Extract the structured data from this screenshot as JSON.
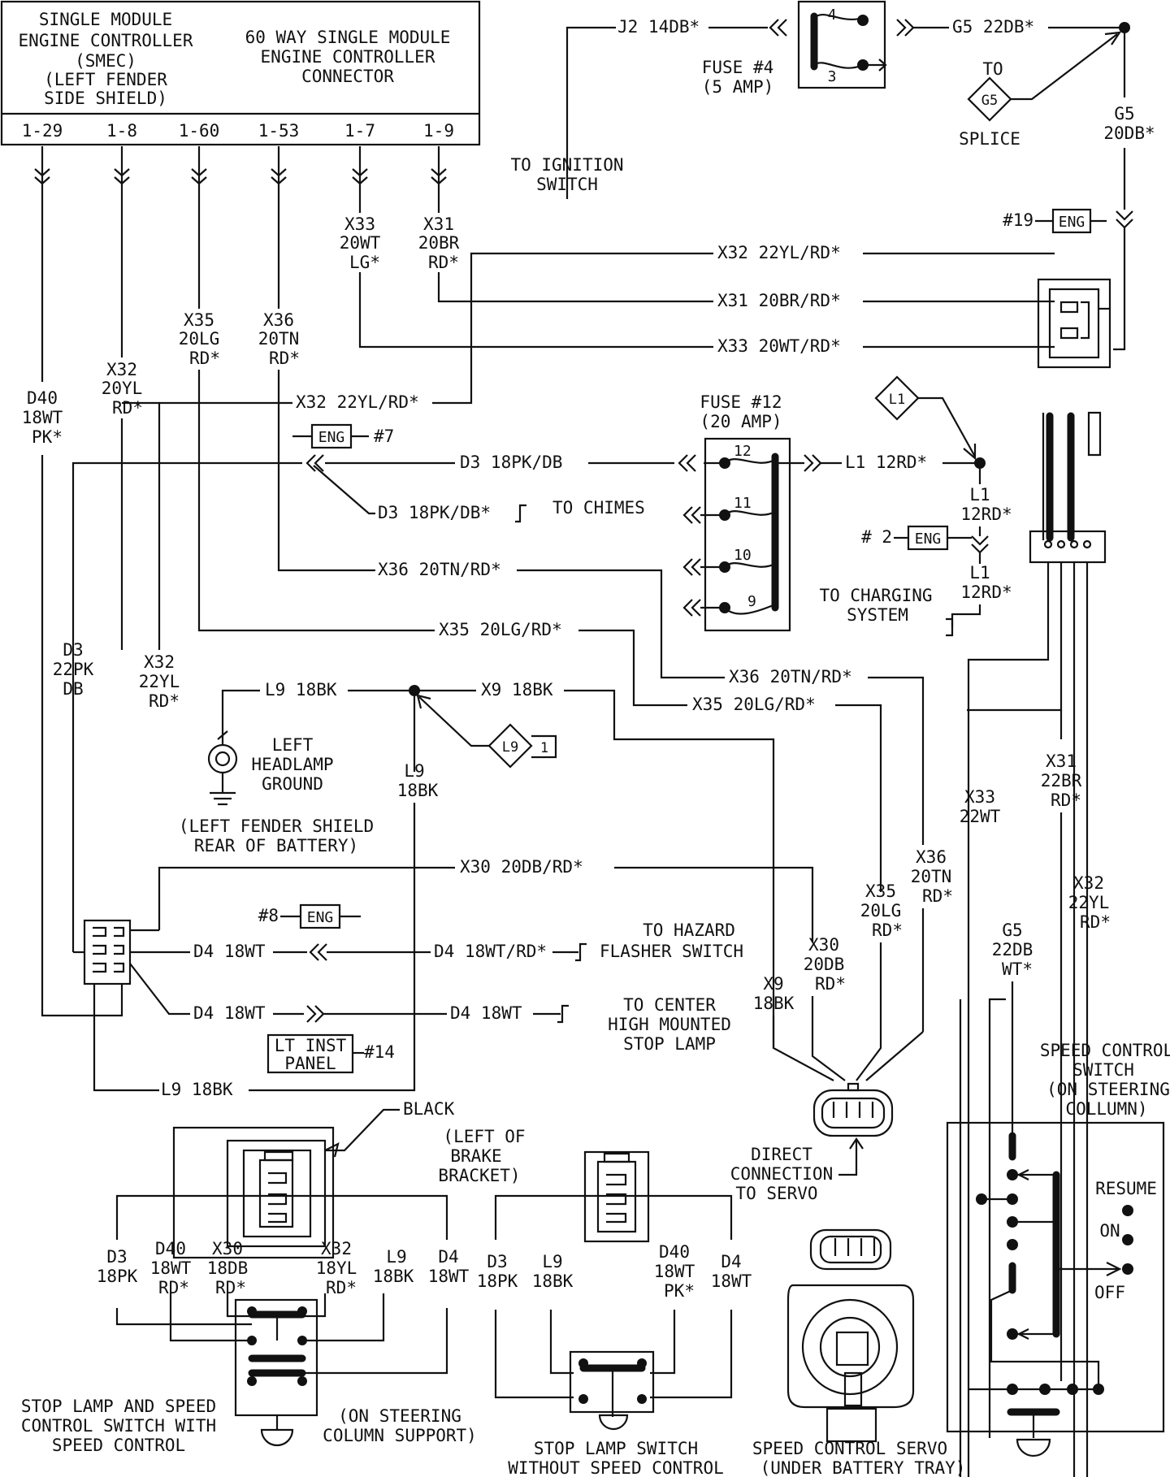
{
  "title_box": {
    "smec": [
      "SINGLE MODULE",
      "ENGINE CONTROLLER",
      "(SMEC)",
      "(LEFT FENDER",
      "SIDE SHIELD)"
    ],
    "connector": [
      "60 WAY SINGLE MODULE",
      "ENGINE CONTROLLER",
      "CONNECTOR"
    ],
    "pins": [
      "1-29",
      "1-8",
      "1-60",
      "1-53",
      "1-7",
      "1-9"
    ]
  },
  "top_wires": {
    "j2": "J2 14DB*",
    "g5_22": "G5 22DB*",
    "fuse4": [
      "FUSE #4",
      "(5 AMP)"
    ],
    "fuse4_pins": [
      "4",
      "3"
    ],
    "to_ignition": [
      "TO IGNITION",
      "SWITCH"
    ],
    "to_g5": "TO",
    "g5": "G5",
    "splice": "SPLICE",
    "g5_20": [
      "G5",
      "20DB*"
    ],
    "eng19": "#19",
    "eng": "ENG"
  },
  "vertical_labels": {
    "x33": [
      "X33",
      "20WT",
      "LG*"
    ],
    "x31": [
      "X31",
      "20BR",
      "RD*"
    ],
    "x35": [
      "X35",
      "20LG",
      "RD*"
    ],
    "x36": [
      "X36",
      "20TN",
      "RD*"
    ],
    "x32a": [
      "X32",
      "20YL",
      "RD*"
    ],
    "d40": [
      "D40",
      "18WT",
      "PK*"
    ],
    "d3": [
      "D3",
      "22PK",
      "DB"
    ],
    "x32b": [
      "X32",
      "22YL",
      "RD*"
    ]
  },
  "horizontal_labels": {
    "x32_22": "X32 22YL/RD*",
    "x31_20": "X31 20BR/RD*",
    "x33_20": "X33 20WT/RD*",
    "x32_mid": "X32 22YL/RD*",
    "eng7": "#7",
    "d3_18": "D3 18PK/DB",
    "d3_chimes": "D3 18PK/DB*",
    "to_chimes": "TO CHIMES",
    "x36_20": "X36 20TN/RD*",
    "x35_20": "X35 20LG/RD*",
    "x36_right": "X36 20TN/RD*",
    "x35_right": "X35 20LG/RD*",
    "l1_12": "L1 12RD*",
    "l1_vert": [
      "L1",
      "12RD*"
    ],
    "l1_vert2": [
      "L1",
      "12RD*"
    ],
    "l1_diamond": "L1",
    "eng2": "# 2",
    "to_charging": [
      "TO CHARGING",
      "SYSTEM"
    ],
    "fuse12": [
      "FUSE #12",
      "(20 AMP)"
    ],
    "fuse12_pins": [
      "12",
      "11",
      "10",
      "9"
    ],
    "l9_18": "L9 18BK",
    "x9_18": "X9 18BK",
    "l9_diamond": "L9",
    "l9_diamond_num": "1",
    "headlamp": [
      "LEFT",
      "HEADLAMP",
      "GROUND"
    ],
    "l9_vert": [
      "L9",
      "18BK"
    ],
    "fender_note": [
      "(LEFT FENDER SHIELD",
      "REAR OF BATTERY)"
    ],
    "x30_20": "X30 20DB/RD*",
    "eng8": "#8",
    "d4_18": "D4 18WT",
    "d4_18rd": "D4 18WT/RD*",
    "to_hazard": [
      "TO HAZARD",
      "FLASHER SWITCH"
    ],
    "d4_18b": "D4 18WT",
    "d4_18c": "D4 18WT",
    "to_center": [
      "TO CENTER",
      "HIGH MOUNTED",
      "STOP LAMP"
    ],
    "lt_inst": [
      "LT INST",
      "PANEL"
    ],
    "eng14": "#14",
    "l9_bottom": "L9 18BK"
  },
  "right_labels": {
    "x36_20tn": [
      "X36",
      "20TN",
      "RD*"
    ],
    "x35_20lg": [
      "X35",
      "20LG",
      "RD*"
    ],
    "x30_20db": [
      "X30",
      "20DB",
      "RD*"
    ],
    "x9_18bk": [
      "X9",
      "18BK"
    ],
    "x33_22wt": [
      "X33",
      "22WT"
    ],
    "x31_22br": [
      "X31",
      "22BR",
      "RD*"
    ],
    "x32_22yl": [
      "X32",
      "22YL",
      "RD*"
    ],
    "g5_22db": [
      "G5",
      "22DB",
      "WT*"
    ],
    "speed_switch": [
      "SPEED CONTROL",
      "SWITCH",
      "(ON STEERING",
      "COLLUMN)"
    ],
    "resume": "RESUME",
    "on": "ON",
    "off": "OFF",
    "direct": [
      "DIRECT",
      "CONNECTION",
      "TO SERVO"
    ],
    "servo": [
      "SPEED CONTROL SERVO",
      "(UNDER BATTERY TRAY)"
    ]
  },
  "bottom_labels": {
    "black": "BLACK",
    "brake": [
      "(LEFT OF",
      "BRAKE",
      "BRACKET)"
    ],
    "stop_speed_wires": {
      "d3": [
        "D3",
        "18PK"
      ],
      "d40": [
        "D40",
        "18WT",
        "RD*"
      ],
      "x30": [
        "X30",
        "18DB",
        "RD*"
      ],
      "x32": [
        "X32",
        "18YL",
        "RD*"
      ],
      "l9": [
        "L9",
        "18BK"
      ],
      "d4": [
        "D4",
        "18WT"
      ]
    },
    "stop_wires": {
      "d3": [
        "D3",
        "18PK"
      ],
      "l9": [
        "L9",
        "18BK"
      ],
      "d40": [
        "D40",
        "18WT",
        "PK*"
      ],
      "d4": [
        "D4",
        "18WT"
      ]
    },
    "stop_speed_title": [
      "STOP LAMP AND SPEED",
      "CONTROL SWITCH WITH",
      "SPEED CONTROL"
    ],
    "steering_support": [
      "(ON STEERING",
      "COLUMN SUPPORT)"
    ],
    "stop_title": [
      "STOP LAMP SWITCH",
      "WITHOUT SPEED CONTROL"
    ]
  }
}
